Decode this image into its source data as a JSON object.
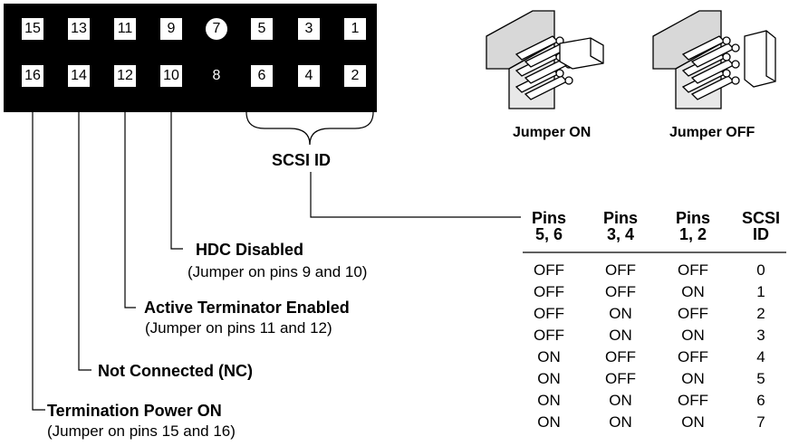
{
  "pins_top": [
    "15",
    "13",
    "11",
    "9",
    "7",
    "5",
    "3",
    "1"
  ],
  "pins_bottom": [
    "16",
    "14",
    "12",
    "10",
    "8",
    "6",
    "4",
    "2"
  ],
  "jumper_on_label": "Jumper ON",
  "jumper_off_label": "Jumper OFF",
  "scsi_id_label": "SCSI ID",
  "callouts": {
    "hdc_disabled": "HDC Disabled",
    "hdc_disabled_note": "(Jumper on pins 9 and 10)",
    "active_terminator": "Active Terminator Enabled",
    "active_terminator_note": "(Jumper on pins 11 and 12)",
    "not_connected": "Not Connected (NC)",
    "termination_power": "Termination Power ON",
    "termination_power_note": "(Jumper on pins 15 and 16)"
  },
  "table": {
    "headers": [
      {
        "line1": "Pins",
        "line2": "5, 6"
      },
      {
        "line1": "Pins",
        "line2": "3, 4"
      },
      {
        "line1": "Pins",
        "line2": "1, 2"
      },
      {
        "line1": "SCSI",
        "line2": "ID"
      }
    ],
    "rows": [
      [
        "OFF",
        "OFF",
        "OFF",
        "0"
      ],
      [
        "OFF",
        "OFF",
        "ON",
        "1"
      ],
      [
        "OFF",
        "ON",
        "OFF",
        "2"
      ],
      [
        "OFF",
        "ON",
        "ON",
        "3"
      ],
      [
        "ON",
        "OFF",
        "OFF",
        "4"
      ],
      [
        "ON",
        "OFF",
        "ON",
        "5"
      ],
      [
        "ON",
        "ON",
        "OFF",
        "6"
      ],
      [
        "ON",
        "ON",
        "ON",
        "7"
      ]
    ]
  }
}
